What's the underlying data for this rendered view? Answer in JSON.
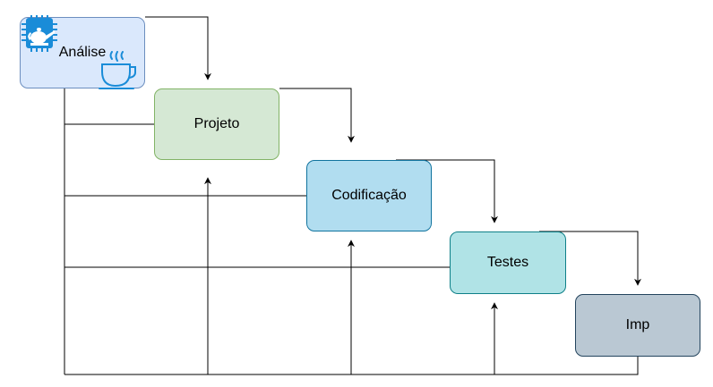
{
  "diagram": {
    "nodes": [
      {
        "id": "analise",
        "label": "Análise"
      },
      {
        "id": "projeto",
        "label": "Projeto"
      },
      {
        "id": "codificacao",
        "label": "Codificação"
      },
      {
        "id": "testes",
        "label": "Testes"
      },
      {
        "id": "imp",
        "label": "Imp"
      }
    ],
    "edges": [
      {
        "from": "analise",
        "to": "projeto"
      },
      {
        "from": "projeto",
        "to": "codificacao"
      },
      {
        "from": "codificacao",
        "to": "testes"
      },
      {
        "from": "testes",
        "to": "imp"
      },
      {
        "from": "imp",
        "to": "testes",
        "type": "feedback"
      },
      {
        "from": "imp",
        "to": "codificacao",
        "type": "feedback"
      },
      {
        "from": "imp",
        "to": "projeto",
        "type": "feedback"
      }
    ],
    "icons": [
      "teapot-chip-icon",
      "coffee-cup-icon"
    ],
    "colors": {
      "analise": "#dae8fc",
      "projeto": "#d5e8d4",
      "codificacao": "#b1ddf0",
      "testes": "#b0e3e6",
      "imp": "#bac8d3",
      "icon": "#1a8cd8"
    }
  }
}
